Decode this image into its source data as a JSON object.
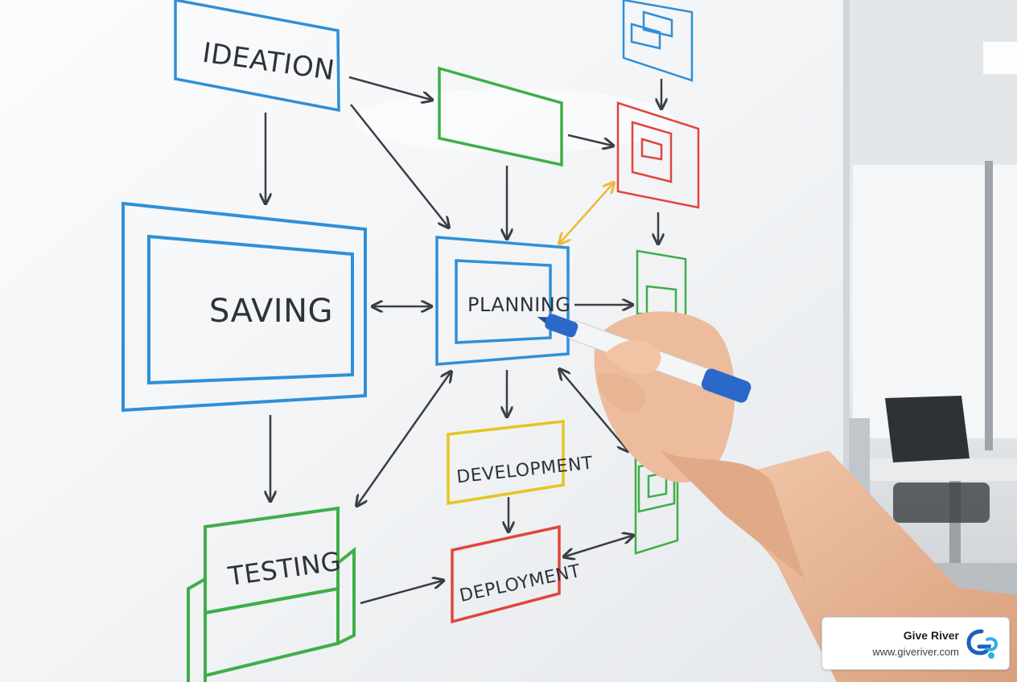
{
  "whiteboard": {
    "labels": {
      "ideation": "IDEATION",
      "saving": "SAVING",
      "planning": "PLANNING",
      "development": "DEVELOPMENT",
      "testing": "TESTING",
      "deployment": "DEPLOYMENT"
    },
    "marker_colors": {
      "blue": "#2f8fd8",
      "green": "#3fae49",
      "red": "#e0453d",
      "yellow": "#e6c520",
      "orange": "#f0b83a",
      "arrow": "#3b3e42"
    }
  },
  "badge": {
    "name": "Give River",
    "url": "www.giveriver.com",
    "logo_icon": "give-river-logo-icon"
  }
}
